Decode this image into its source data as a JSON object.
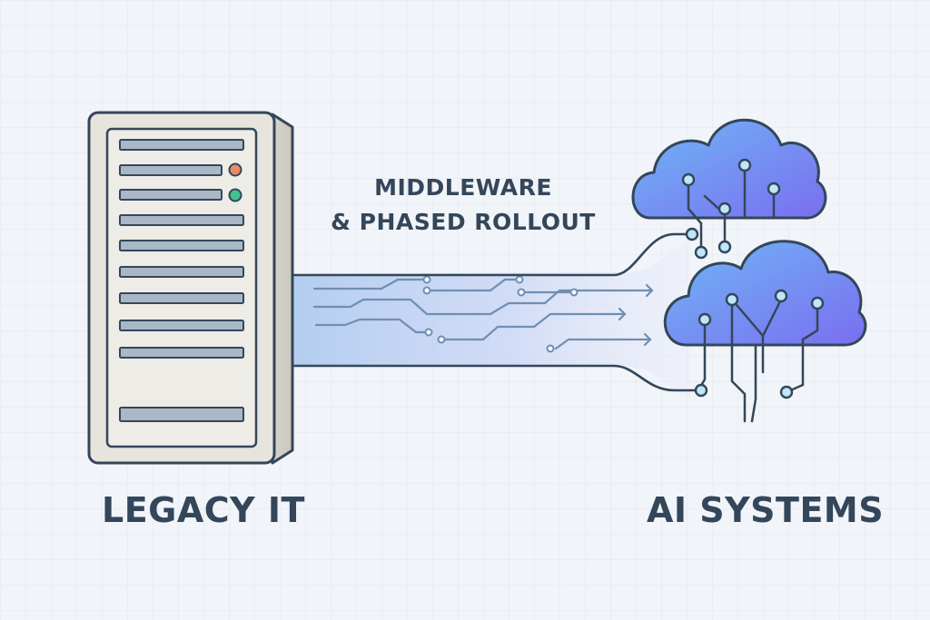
{
  "diagram": {
    "left_label": "LEGACY IT",
    "right_label": "AI SYSTEMS",
    "middle_label_line1": "MIDDLEWARE",
    "middle_label_line2": "& PHASED ROLLOUT"
  },
  "icons": {
    "left": "server-tower-icon",
    "right": "cloud-network-icon",
    "indicator_lights": [
      "#e58b6b",
      "#3ec28f"
    ]
  },
  "colors": {
    "background": "#f1f4f8",
    "outline": "#34465a",
    "server_body": "#e6e4dc",
    "cloud_gradient": [
      "#6fb7f5",
      "#7a6ef0"
    ],
    "connection_band": "#b9c8f4"
  }
}
